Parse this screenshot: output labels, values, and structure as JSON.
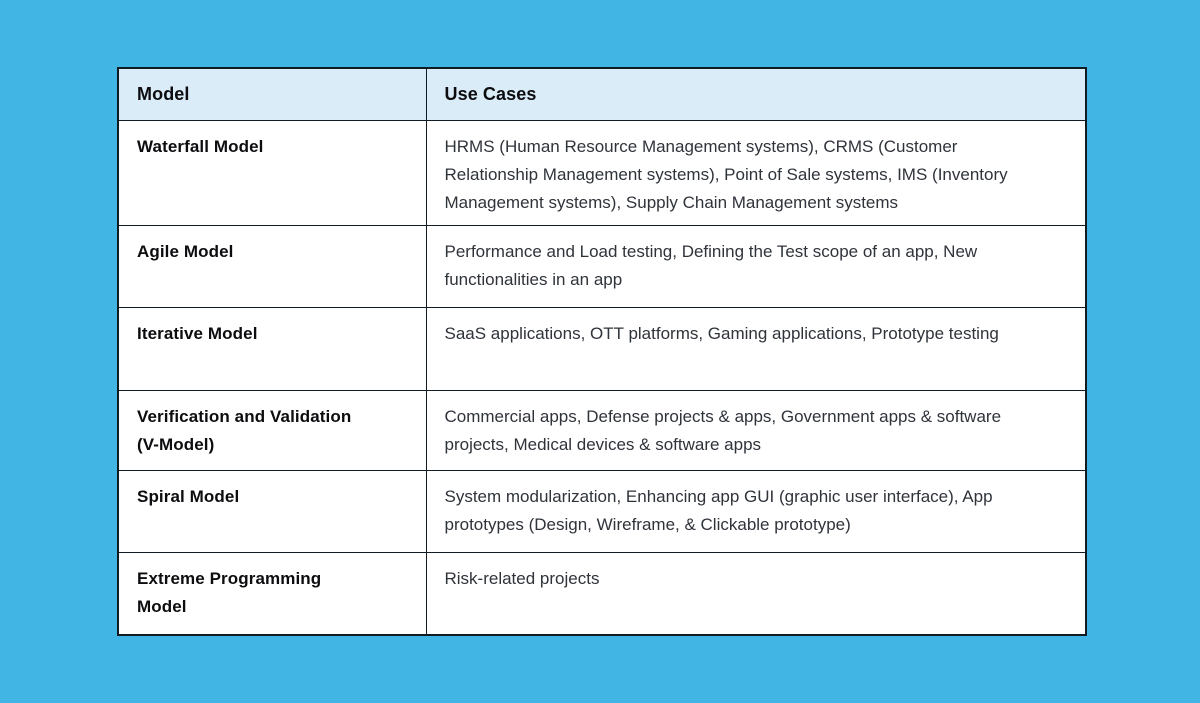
{
  "theme": {
    "page_bg": "#41b6e5",
    "header_bg": "#daecf7",
    "cell_bg": "#ffffff",
    "border_color": "#111b24",
    "heading_text": "#0d0d10",
    "body_text": "#2f333a"
  },
  "table": {
    "columns": [
      {
        "label": "Model"
      },
      {
        "label": "Use Cases"
      }
    ],
    "rows": [
      {
        "model": "Waterfall Model",
        "use_cases": "HRMS (Human Resource Management systems), CRMS (Customer Relationship Management systems), Point of Sale systems, IMS (Inventory Management systems), Supply Chain Management systems"
      },
      {
        "model": "Agile Model",
        "use_cases": "Performance and Load testing, Defining the Test scope of an app, New functionalities in an app"
      },
      {
        "model": "Iterative Model",
        "use_cases": "SaaS applications, OTT platforms, Gaming applications, Prototype testing"
      },
      {
        "model": "Verification and Validation (V-Model)",
        "use_cases": "Commercial apps, Defense projects & apps, Government apps & software projects, Medical devices & software apps"
      },
      {
        "model": "Spiral Model",
        "use_cases": "System modularization, Enhancing app GUI (graphic user interface), App prototypes (Design, Wireframe, & Clickable prototype)"
      },
      {
        "model": "Extreme Programming Model",
        "use_cases": "Risk-related projects"
      }
    ]
  }
}
